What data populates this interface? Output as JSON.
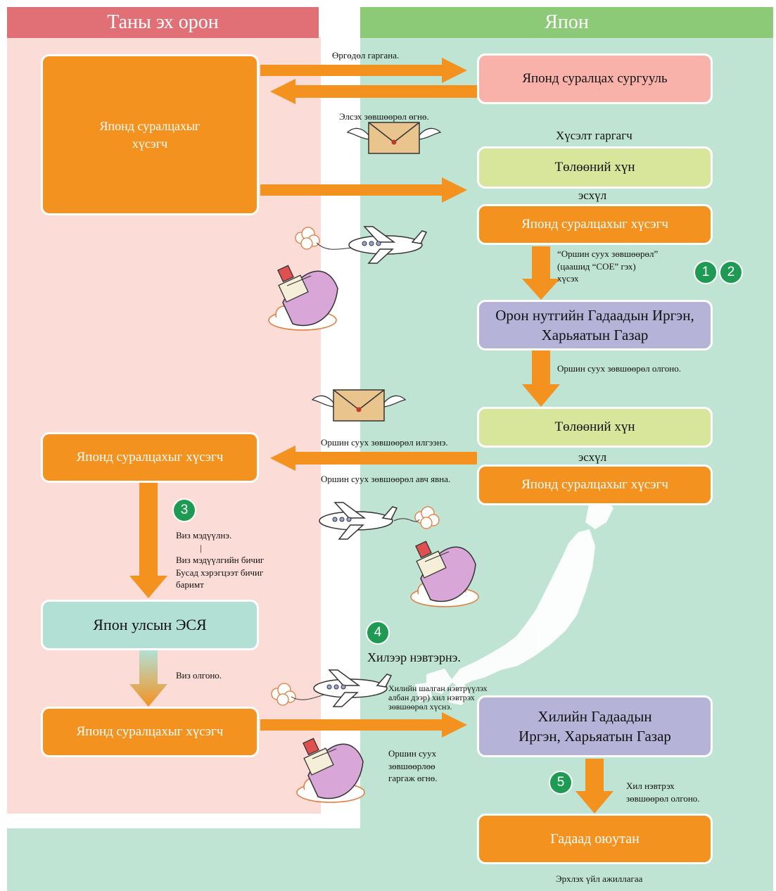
{
  "header": {
    "left": "Таны эх орон",
    "right": "Япон"
  },
  "boxes": {
    "applicant_top": "Японд суралцахыг хүсэгч",
    "school": "Японд суралцах сургууль",
    "proxy1": "Төлөөний хүн",
    "applicant_right1": "Японд суралцахыг хүсэгч",
    "immigration_local_l1": "Орон нутгийн Гадаадын Иргэн,",
    "immigration_local_l2": "Харьяатын Газар",
    "proxy2": "Төлөөний хүн",
    "applicant_right2": "Японд суралцахыг хүсэгч",
    "applicant_left2": "Японд суралцахыг хүсэгч",
    "embassy": "Япон улсын ЭСЯ",
    "applicant_left3": "Японд суралцахыг хүсэгч",
    "border_l1": "Хилийн Гадаадын",
    "border_l2": "Иргэн, Харьяатын Газар",
    "student": "Гадаад оюутан"
  },
  "labels": {
    "application": "Өргөдөл гаргана.",
    "admission": "Элсэх зөвшөөрөл өгнө.",
    "applicant_role": "Хүсэлт гаргагч",
    "or1": "эсхүл",
    "or2": "эсхүл",
    "coe_1": "“Оршин суух зөвшөөрөл”",
    "coe_2": "(цаашид “COE” гэх)",
    "coe_3": "хүсэх",
    "coe_received": "Оршин суух зөвшөөрөл олгоно.",
    "coe_send": "Оршин суух зөвшөөрөл илгээнэ.",
    "coe_carry": "Оршин суух зөвшөөрөл авч явна.",
    "visa_1": "Виз мэдүүлнэ.",
    "visa_sep": "|",
    "visa_2": "Виз мэдүүлгийн бичиг",
    "visa_3": "Бусад хэрэгцээт бичиг",
    "visa_4": "баримт",
    "visa_granted": "Виз олгоно.",
    "entry": "Хилээр нэвтэрнэ.",
    "landing_1": "Хилийн шалган нэвтрүүлэх",
    "landing_2": "албан дээр) хил нэвтрэх",
    "landing_3": "зөвшөөрөл хүснэ.",
    "present_1": "Оршин суух",
    "present_2": "зөвшөөрлөө",
    "present_3": "гаргаж өгнө.",
    "landing_perm_1": "Хил нэвтрэх",
    "landing_perm_2": "зөвшөөрөл олгоно.",
    "procedures": "Эрхлэх үйл ажиллагаа"
  },
  "steps": [
    "1",
    "2",
    "3",
    "4",
    "5"
  ],
  "colors": {
    "pink_bg": "#fbdcd7",
    "green_bg": "#c0e4d3",
    "head_left": "#e07075",
    "head_right": "#8cca77",
    "orange": "#f4921f",
    "salmon": "#f9b2aa",
    "lime": "#d7e69a",
    "lavender": "#b6b3d9",
    "teal": "#b2e0d5",
    "step_green": "#1f9a53"
  },
  "icons": [
    "envelope-icon",
    "airplane-icon",
    "ship-icon",
    "japan-map"
  ]
}
